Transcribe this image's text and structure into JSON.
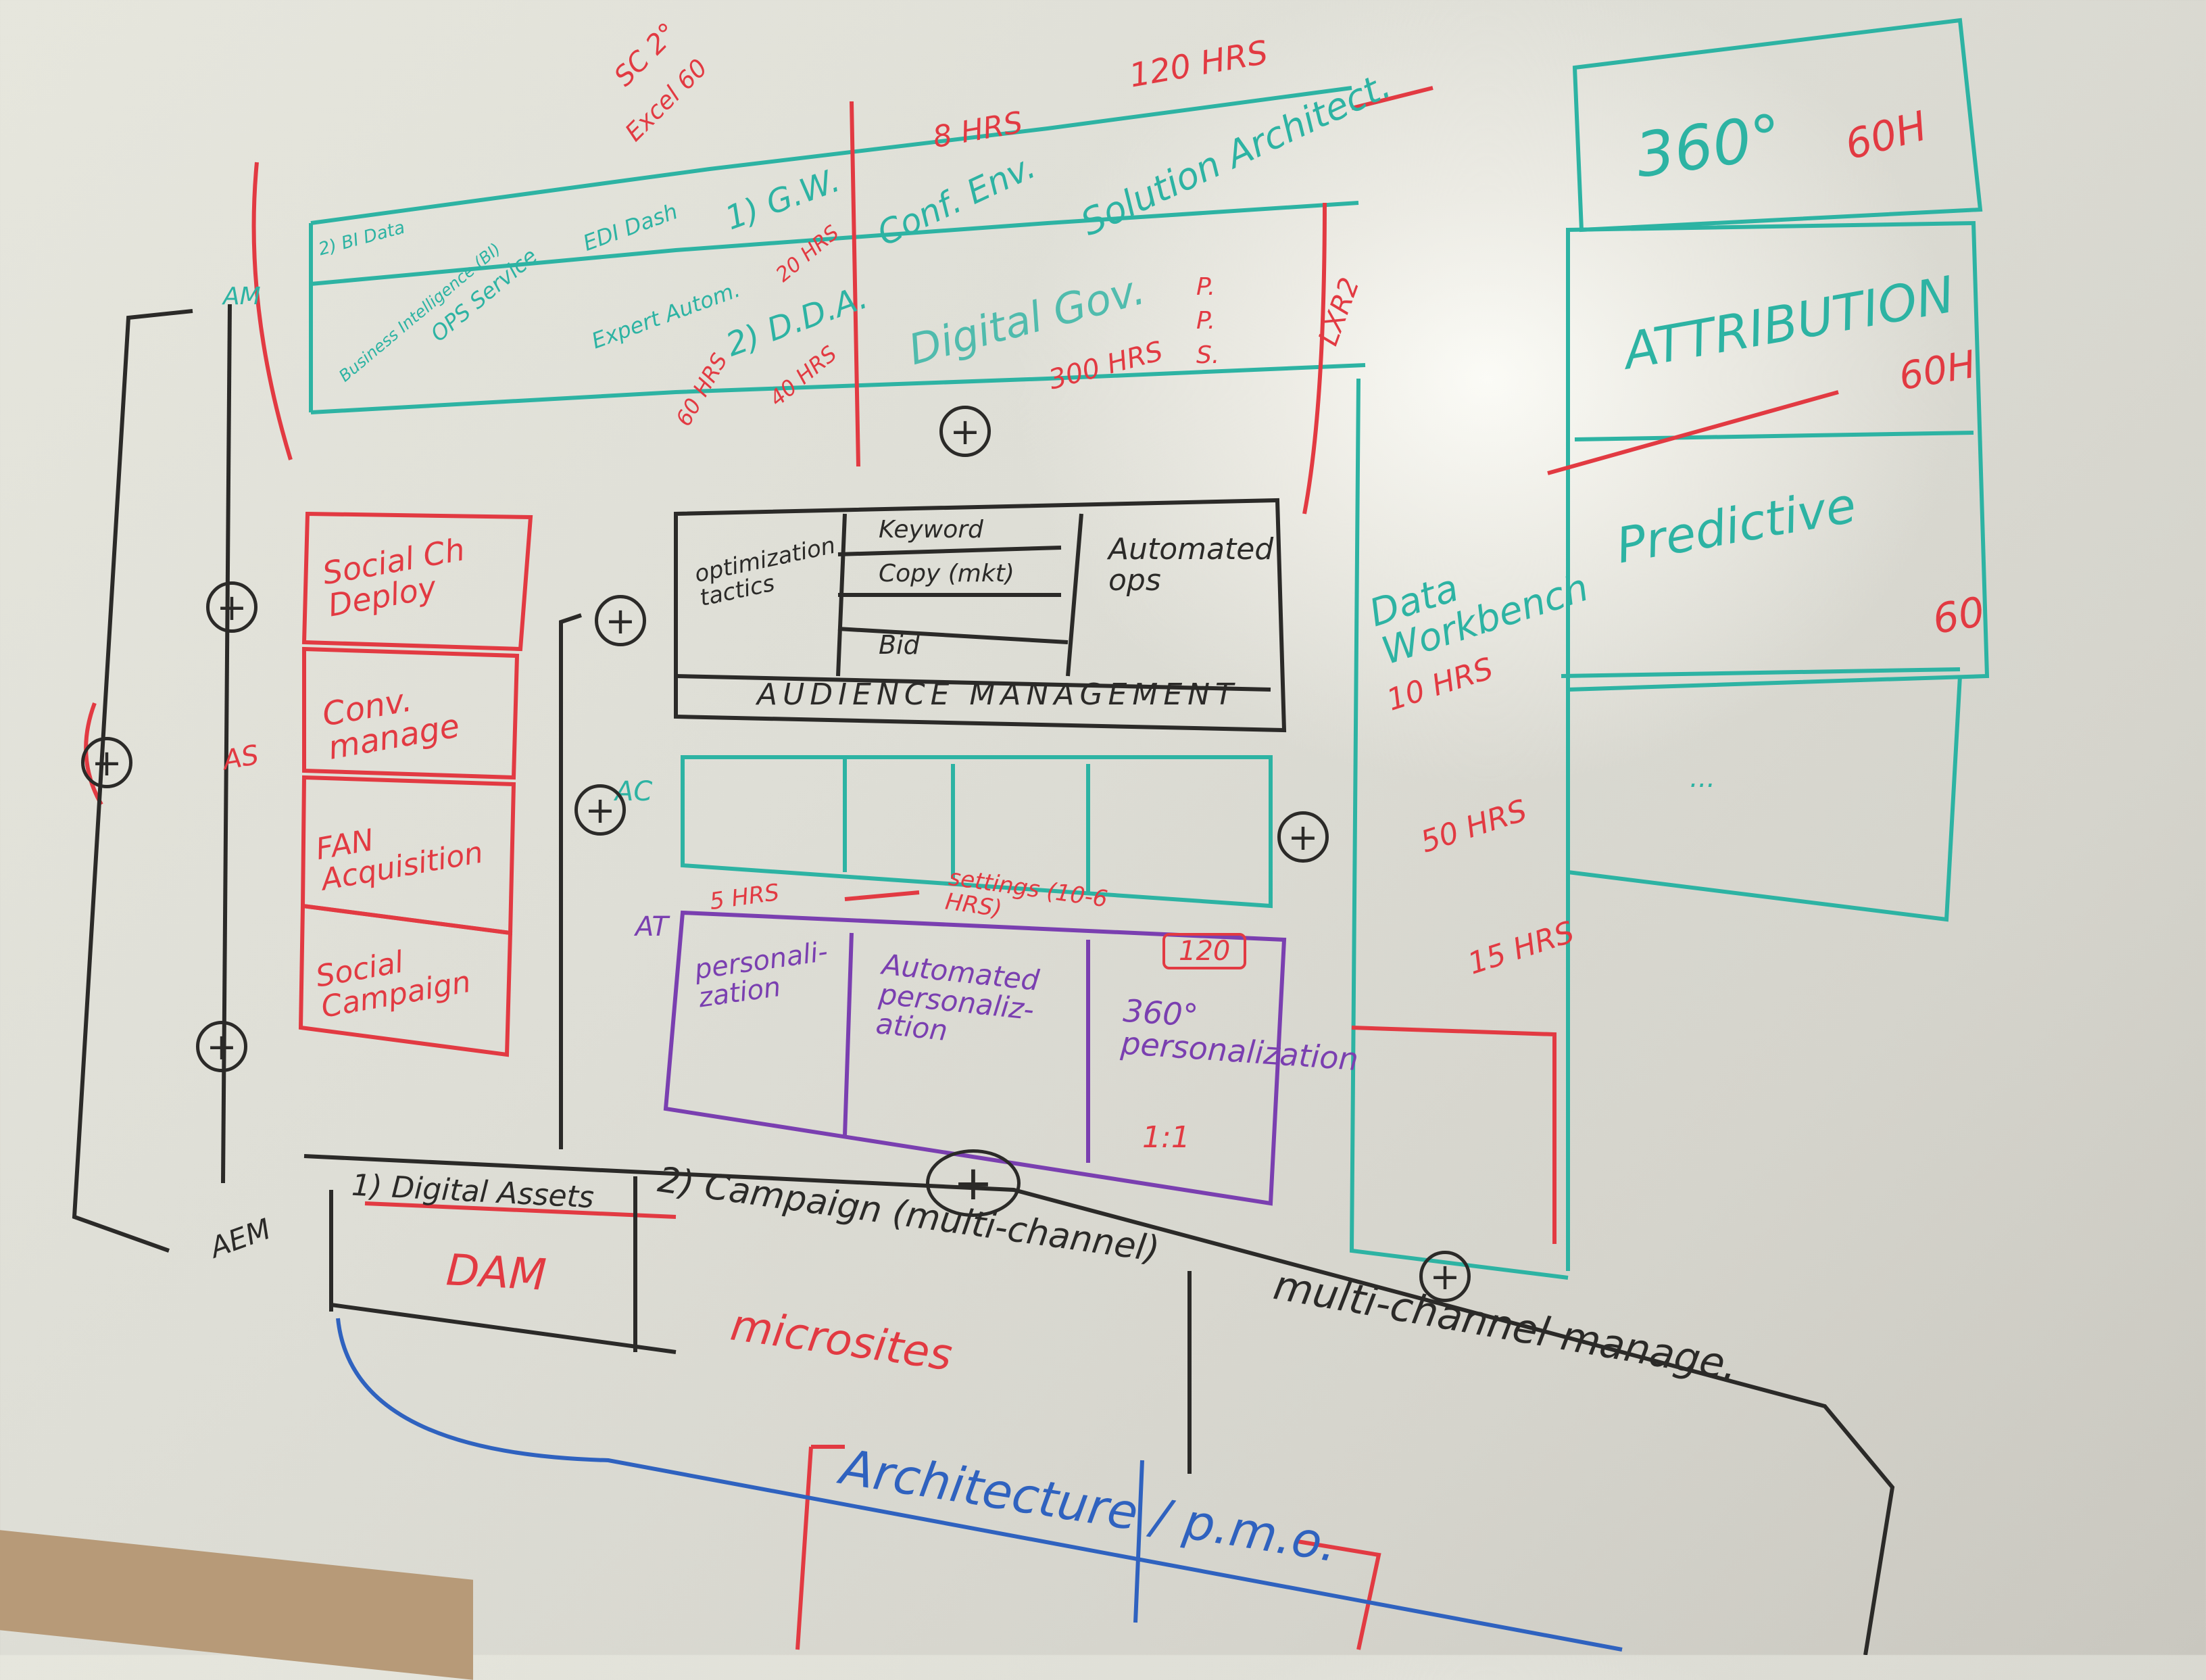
{
  "top_row": {
    "sc_note": "SC 2°",
    "excel_note": "Excel 60",
    "hours_120": "120 HRS",
    "hours_8": "8 HRS",
    "cells": [
      {
        "label": "2) BI Data"
      },
      {
        "label": "Business Intelligence (BI)"
      },
      {
        "label": "OPS Service"
      },
      {
        "label": "EDI Dash"
      },
      {
        "label": "Expert Autom."
      },
      {
        "label": "60 HRS"
      },
      {
        "label": "1) G.W."
      },
      {
        "label": "20 HRS"
      },
      {
        "label": "2) D.D.A."
      },
      {
        "label": "40 HRS"
      },
      {
        "label": "Conf. Env."
      },
      {
        "label": "Solution Architect."
      },
      {
        "label": "Digital Gov."
      },
      {
        "label": "300 HRS"
      },
      {
        "label": "P.\nP.\nS."
      },
      {
        "label": "LXR2"
      }
    ]
  },
  "right_column": {
    "r360": "360°",
    "r360_hours": "60H",
    "attribution": "ATTRIBUTION",
    "attribution_hours": "60H",
    "predictive": "Predictive",
    "predictive_hours": "60",
    "workbench": "Data Workbench",
    "workbench_hours": "10 HRS",
    "hours_50": "50 HRS",
    "hours_15": "15 HRS",
    "ellipsis": "..."
  },
  "left_stack": {
    "items": [
      "Social Ch Deploy",
      "Conv. manage",
      "FAN Acquisition",
      "Social Campaign"
    ],
    "labels": {
      "as": "AS",
      "ac": "AC",
      "at": "AT",
      "aem": "AEM",
      "am": "AM"
    }
  },
  "audience_box": {
    "optimization": "optimization tactics",
    "keyword": "Keyword",
    "copy": "Copy (mkt)",
    "bid": "Bid",
    "automated": "Automated ops",
    "audience": "AUDIENCE MANAGEMENT"
  },
  "personalization": {
    "hours_5": "5 HRS",
    "settings": "settings (10-6 HRS)",
    "personalization": "personali-zation",
    "automated": "Automated personaliz-ation",
    "p360": "360° personalization",
    "one_to_one": "1:1",
    "p120": "120"
  },
  "bottom": {
    "digital_assets": "1) Digital Assets",
    "dam": "DAM",
    "campaign": "2) Campaign (multi-channel)",
    "microsites": "microsites",
    "multichannel": "multi-channel manage.",
    "architecture": "Architecture / p.m.o."
  },
  "plus": "+"
}
